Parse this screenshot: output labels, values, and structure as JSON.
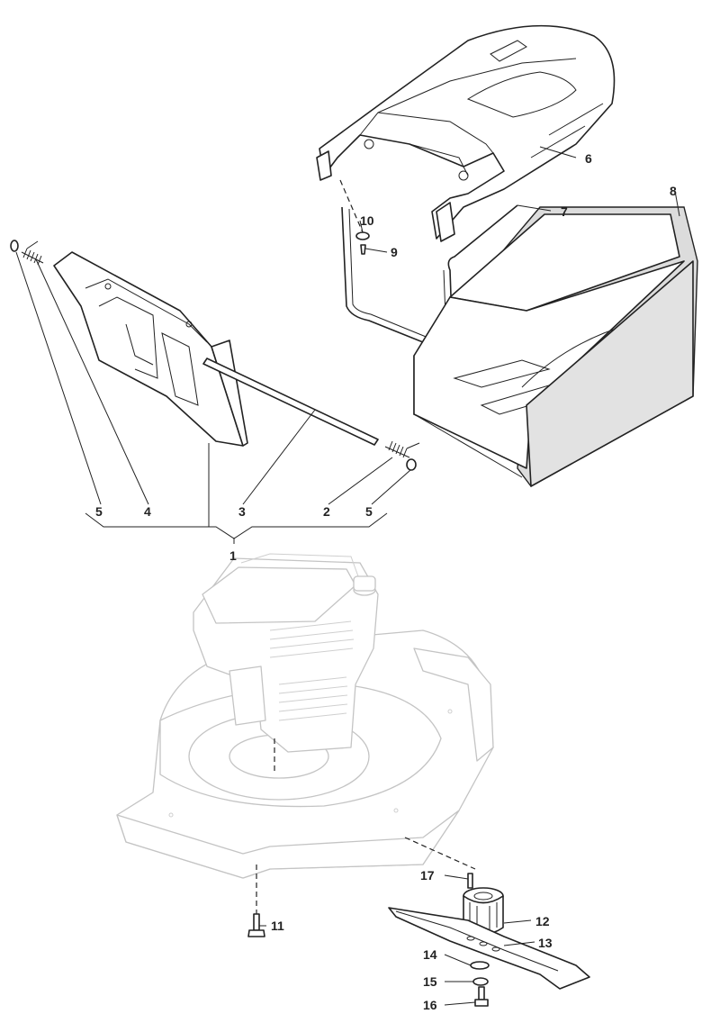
{
  "callouts": {
    "c1": "1",
    "c2": "2",
    "c3": "3",
    "c4": "4",
    "c5a": "5",
    "c5b": "5",
    "c6": "6",
    "c7": "7",
    "c8": "8",
    "c9": "9",
    "c10": "10",
    "c11": "11",
    "c12": "12",
    "c13": "13",
    "c14": "14",
    "c15": "15",
    "c16": "16",
    "c17": "17"
  },
  "colors": {
    "line": "#222222",
    "ghost": "#c4c4c4",
    "mesh": "#dcdcdc"
  }
}
